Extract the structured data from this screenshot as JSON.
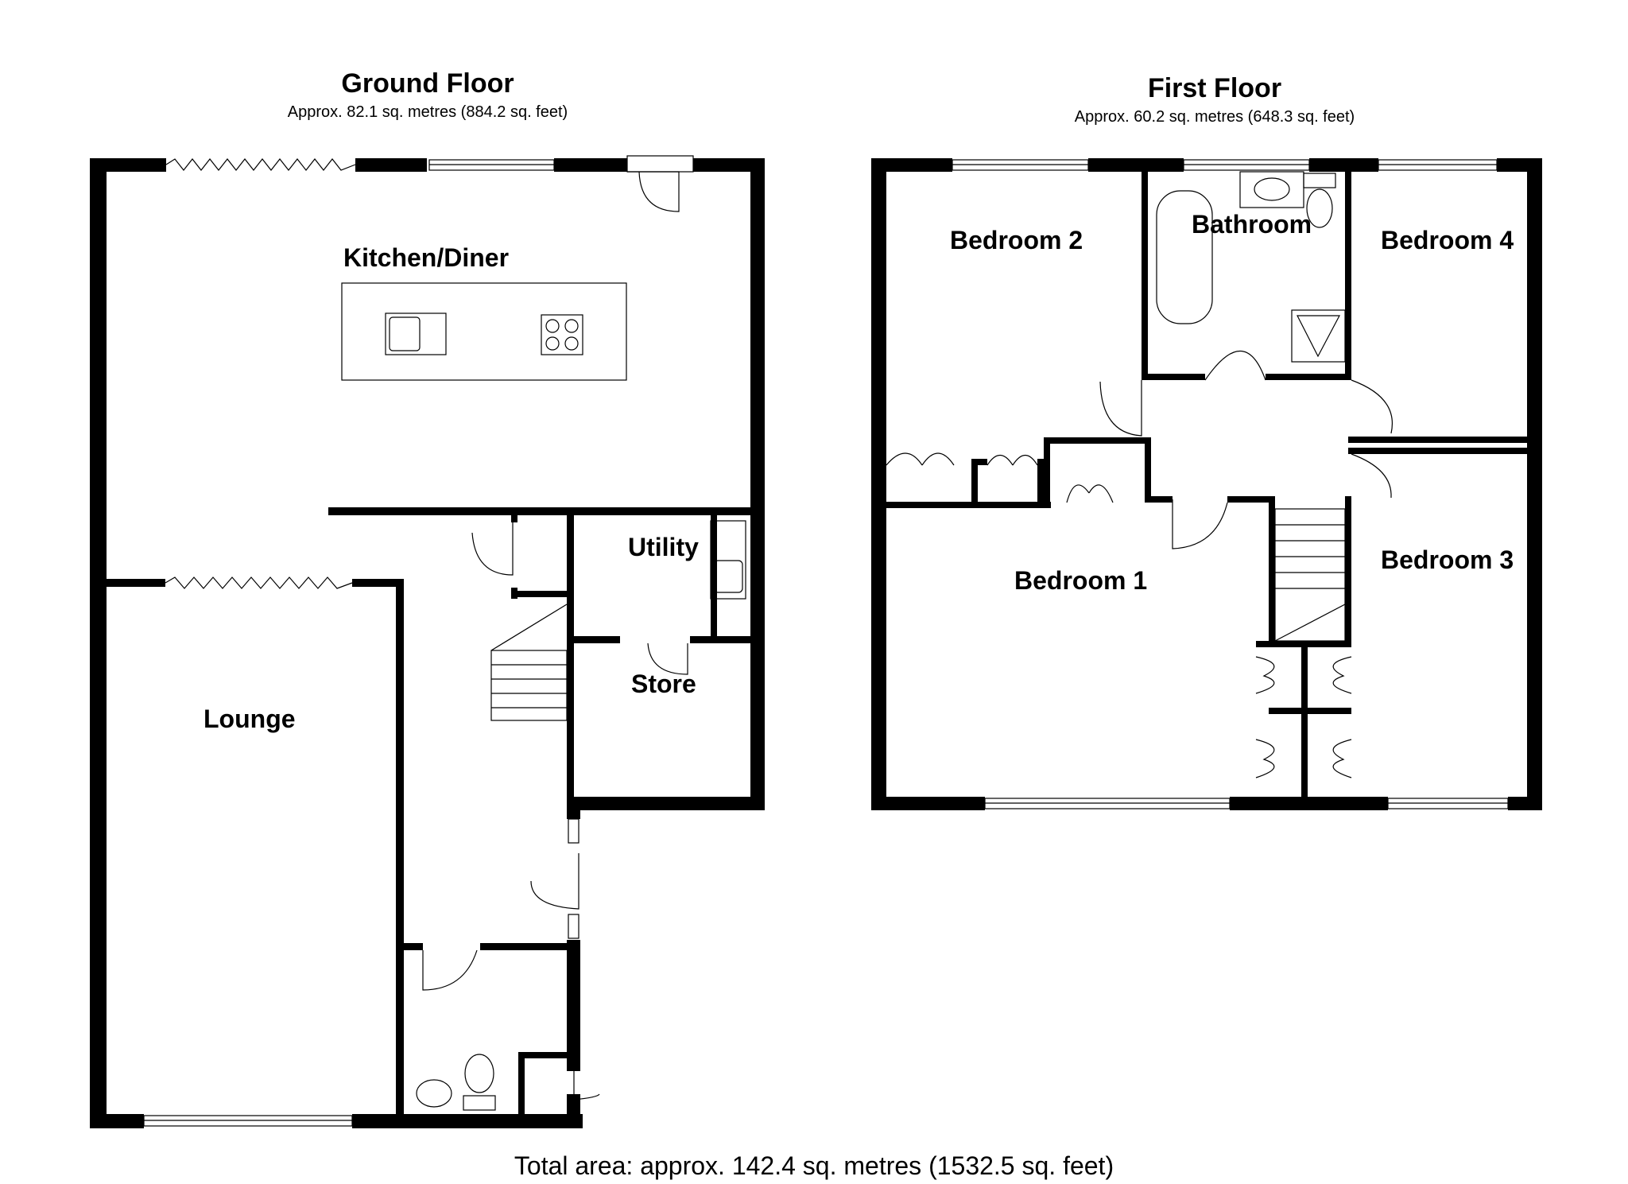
{
  "ground_floor": {
    "title": "Ground Floor",
    "area": "Approx. 82.1 sq. metres (884.2 sq. feet)",
    "rooms": {
      "kitchen": "Kitchen/Diner",
      "utility": "Utility",
      "store": "Store",
      "lounge": "Lounge"
    }
  },
  "first_floor": {
    "title": "First Floor",
    "area": "Approx. 60.2 sq. metres (648.3 sq. feet)",
    "rooms": {
      "bedroom2": "Bedroom 2",
      "bathroom": "Bathroom",
      "bedroom4": "Bedroom 4",
      "bedroom1": "Bedroom 1",
      "bedroom3": "Bedroom 3"
    }
  },
  "total_area": "Total area: approx. 142.4 sq. metres (1532.5 sq. feet)"
}
